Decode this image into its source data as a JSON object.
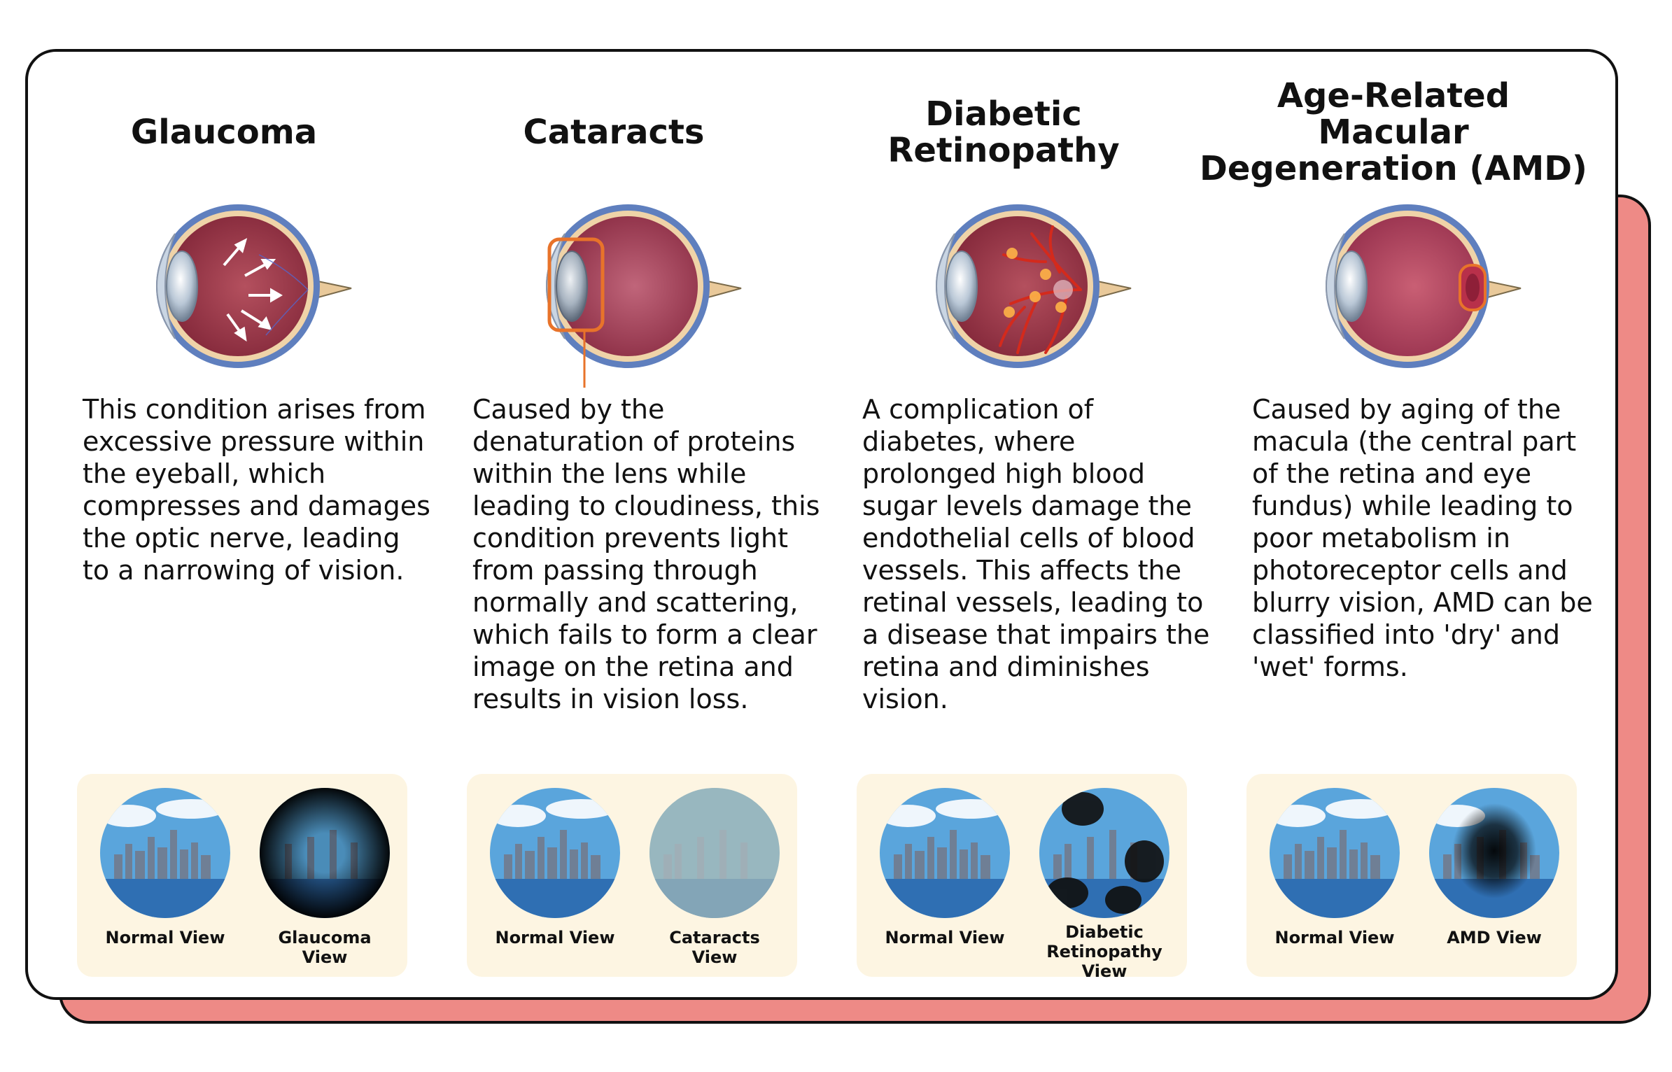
{
  "conditions": [
    {
      "title": "Glaucoma",
      "description": "This condition arises from excessive pressure within the eyeball, which compresses and damages the optic nerve, leading to a narrowing of vision.",
      "normal_label": "Normal View",
      "affected_label": "Glaucoma View"
    },
    {
      "title": "Cataracts",
      "description": "Caused by the denaturation of proteins within the lens while leading to cloudiness, this condition prevents light from passing through normally and scattering, which fails to form a clear image on the retina and results in vision loss.",
      "normal_label": "Normal View",
      "affected_label": "Cataracts View"
    },
    {
      "title": "Diabetic\nRetinopathy",
      "description": "A complication of diabetes, where prolonged high blood sugar levels damage the endothelial cells of blood vessels. This affects the retinal vessels, leading to a disease that impairs the retina and diminishes vision.",
      "normal_label": "Normal View",
      "affected_label": "Diabetic Retinopathy View"
    },
    {
      "title": "Age-Related Macular\nDegeneration (AMD)",
      "description": "Caused by aging of the macula (the central part of the retina and eye fundus) while leading to poor metabolism in photoreceptor cells and blurry vision, AMD can be classified into 'dry' and 'wet' forms.",
      "normal_label": "Normal View",
      "affected_label": "AMD View"
    }
  ],
  "colors": {
    "accent_back_card": "#ee8a86",
    "view_panel": "#fdf5e2",
    "eyeball": "#a0384a",
    "highlight": "#e8732a",
    "vessel": "#d42a1c"
  }
}
